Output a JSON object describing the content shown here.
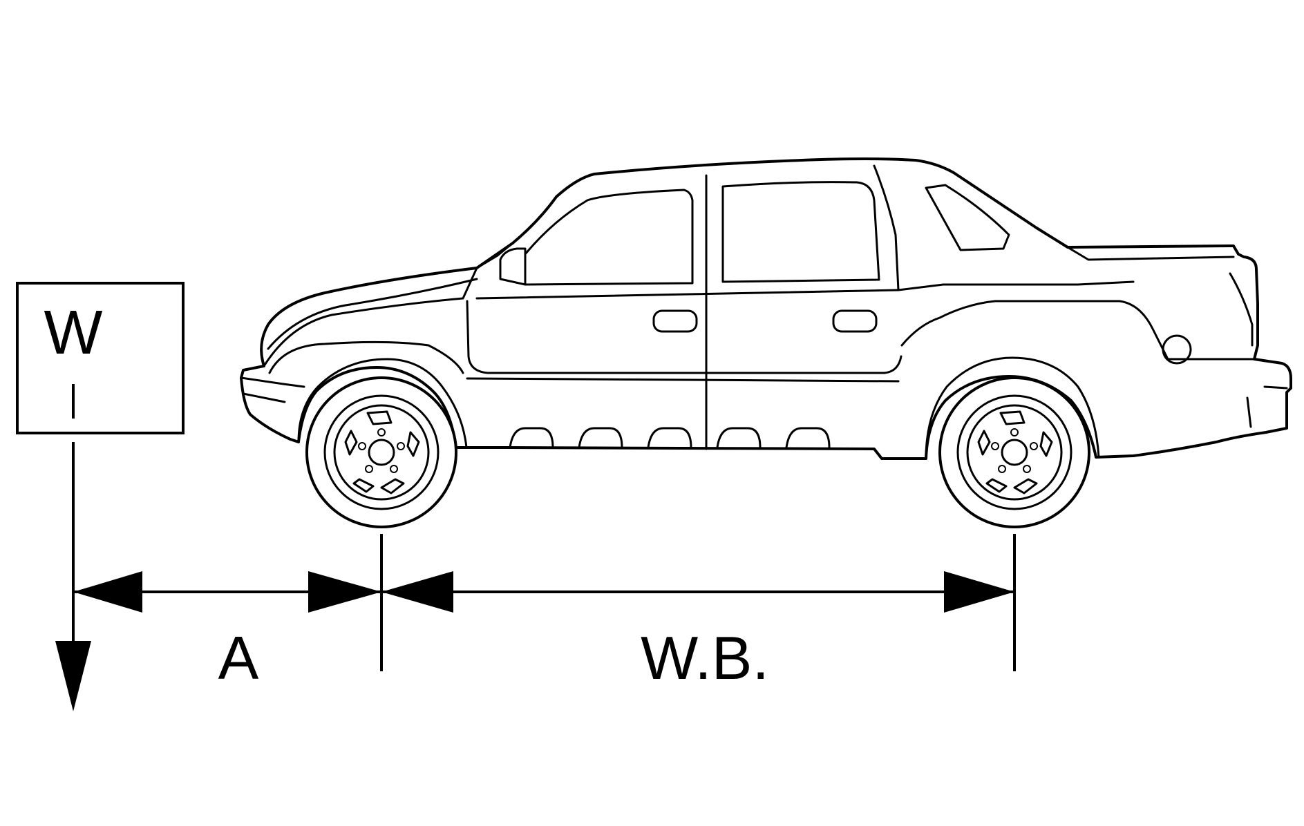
{
  "labels": {
    "weight": "W",
    "overhang": "A",
    "wheelbase": "W.B."
  },
  "colors": {
    "line": "#000000",
    "background": "#ffffff"
  }
}
